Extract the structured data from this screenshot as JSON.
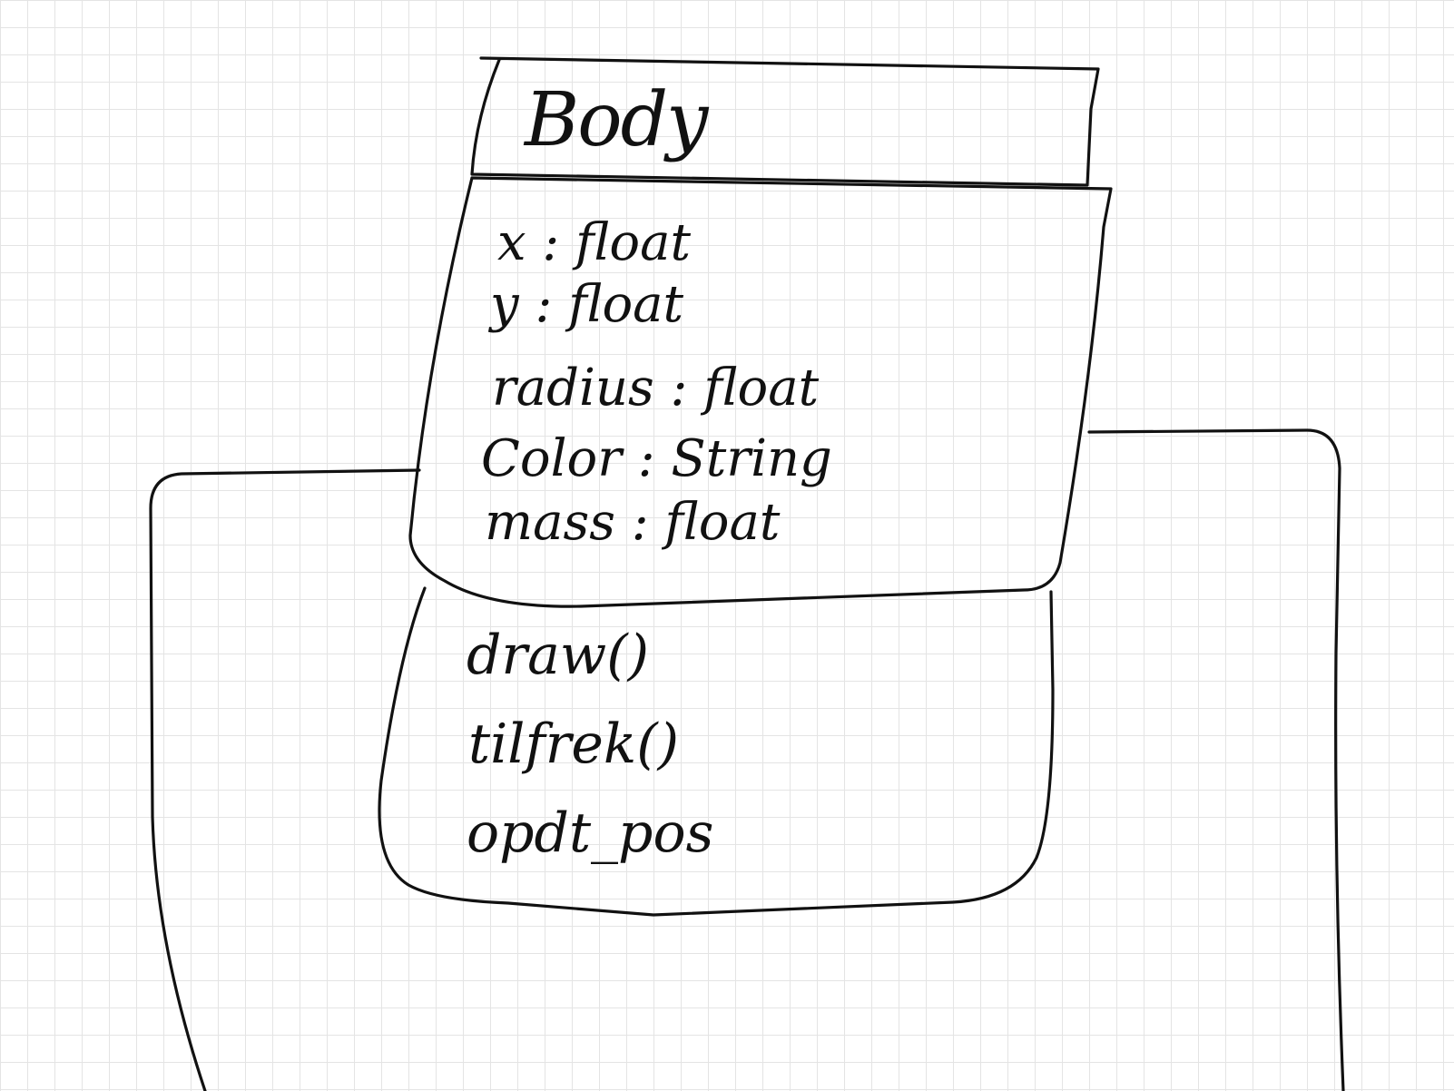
{
  "uml_class": {
    "name": "Body",
    "attributes": [
      "x : float",
      "y : float",
      "radius : float",
      "Color : String",
      "mass : float"
    ],
    "methods": [
      "draw()",
      "tilfrek()",
      "opdt_pos"
    ]
  },
  "colors": {
    "ink": "#111111",
    "grid": "#e4e4e4",
    "paper": "#ffffff"
  }
}
